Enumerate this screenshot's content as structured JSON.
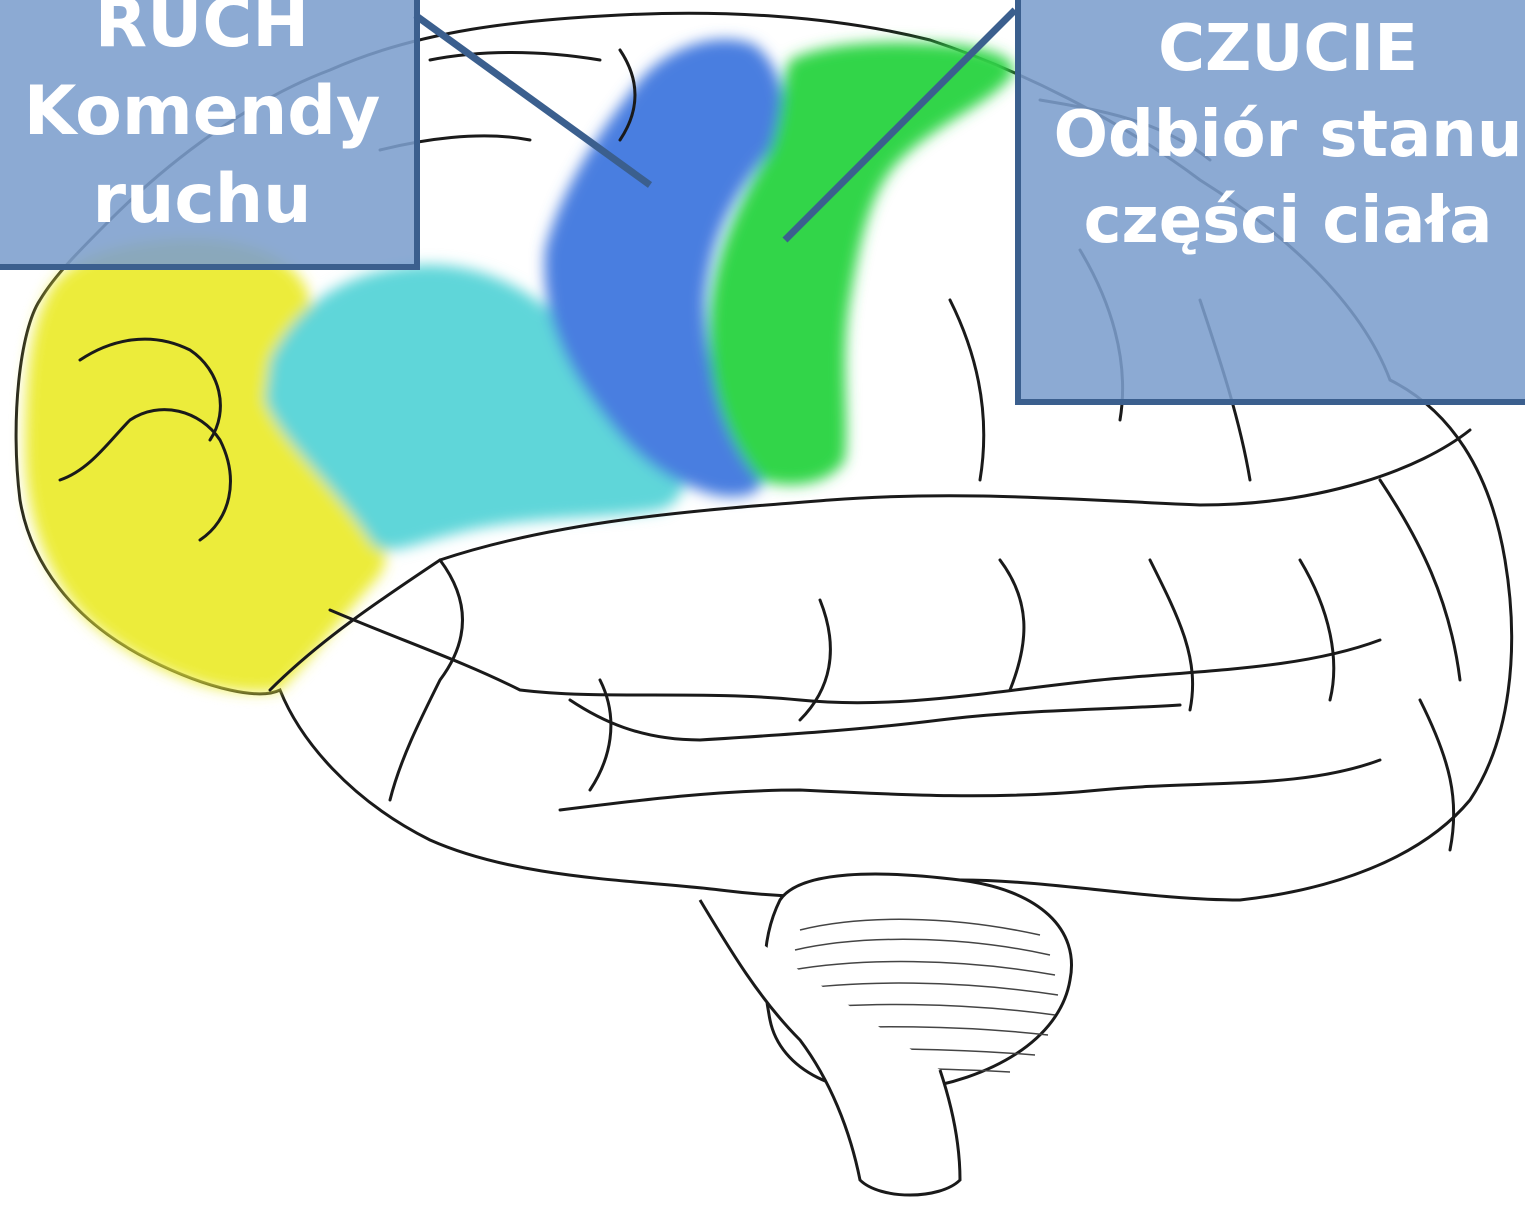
{
  "regions": {
    "frontal": {
      "color": "#ecec3a"
    },
    "premotor": {
      "color": "#5fd6d9"
    },
    "motor": {
      "color": "#4a7ee0"
    },
    "somatosensory": {
      "color": "#33d54a"
    }
  },
  "labels": {
    "motor": {
      "line1": "RUCH",
      "line2": "Komendy",
      "line3": "ruchu"
    },
    "sensory": {
      "line1": "CZUCIE",
      "line2": "Odbiór stanu",
      "line3": "części ciała"
    }
  },
  "connector_color": "#3b5f8e"
}
